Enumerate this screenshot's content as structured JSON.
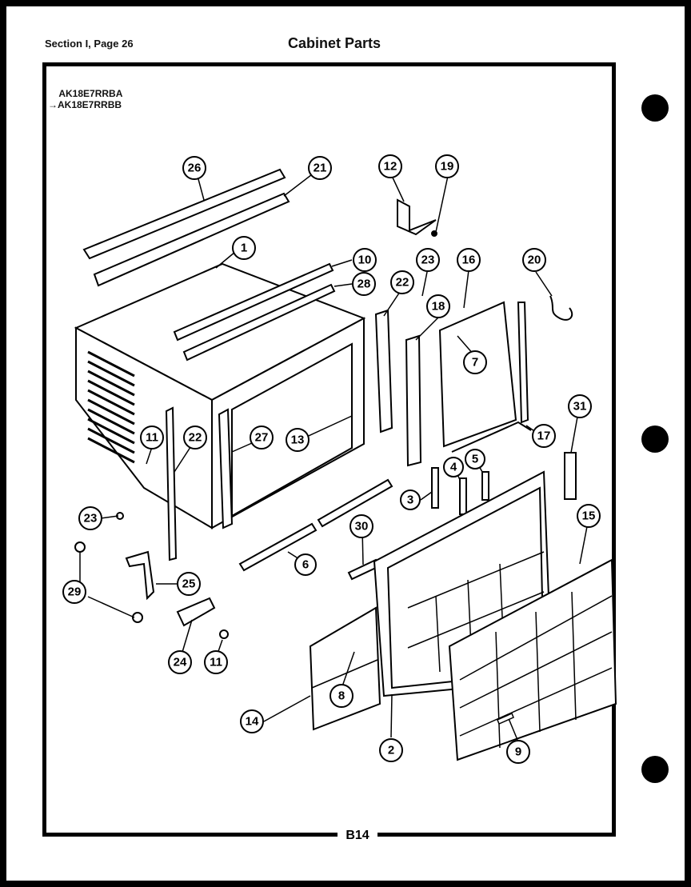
{
  "header": {
    "section": "Section I, Page 26",
    "title": "Cabinet Parts"
  },
  "models": [
    "AK18E7RRBA",
    "AK18E7RRBB"
  ],
  "page_number": "B14",
  "callouts": [
    "26",
    "21",
    "12",
    "19",
    "1",
    "10",
    "28",
    "23",
    "16",
    "20",
    "22",
    "18",
    "7",
    "11",
    "22",
    "27",
    "13",
    "17",
    "31",
    "23",
    "3",
    "4",
    "5",
    "15",
    "30",
    "6",
    "29",
    "25",
    "24",
    "11",
    "8",
    "14",
    "2",
    "9"
  ]
}
